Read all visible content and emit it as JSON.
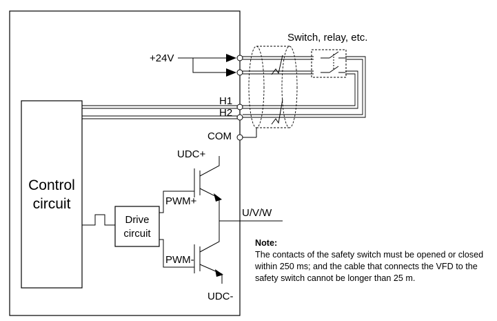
{
  "labels": {
    "switch_relay": "Switch, relay, etc.",
    "plus24v": "+24V",
    "h1": "H1",
    "h2": "H2",
    "com": "COM",
    "udc_plus": "UDC+",
    "udc_minus": "UDC-",
    "control_line1": "Control",
    "control_line2": "circuit",
    "drive_line1": "Drive",
    "drive_line2": "circuit",
    "pwm_plus": "PWM+",
    "pwm_minus": "PWM-",
    "uvw": "U/V/W"
  },
  "note": {
    "title": "Note:",
    "text": "The contacts of the safety switch must be opened or closed within 250 ms; and the cable that connects the VFD to the safety switch cannot be longer than 25 m."
  }
}
